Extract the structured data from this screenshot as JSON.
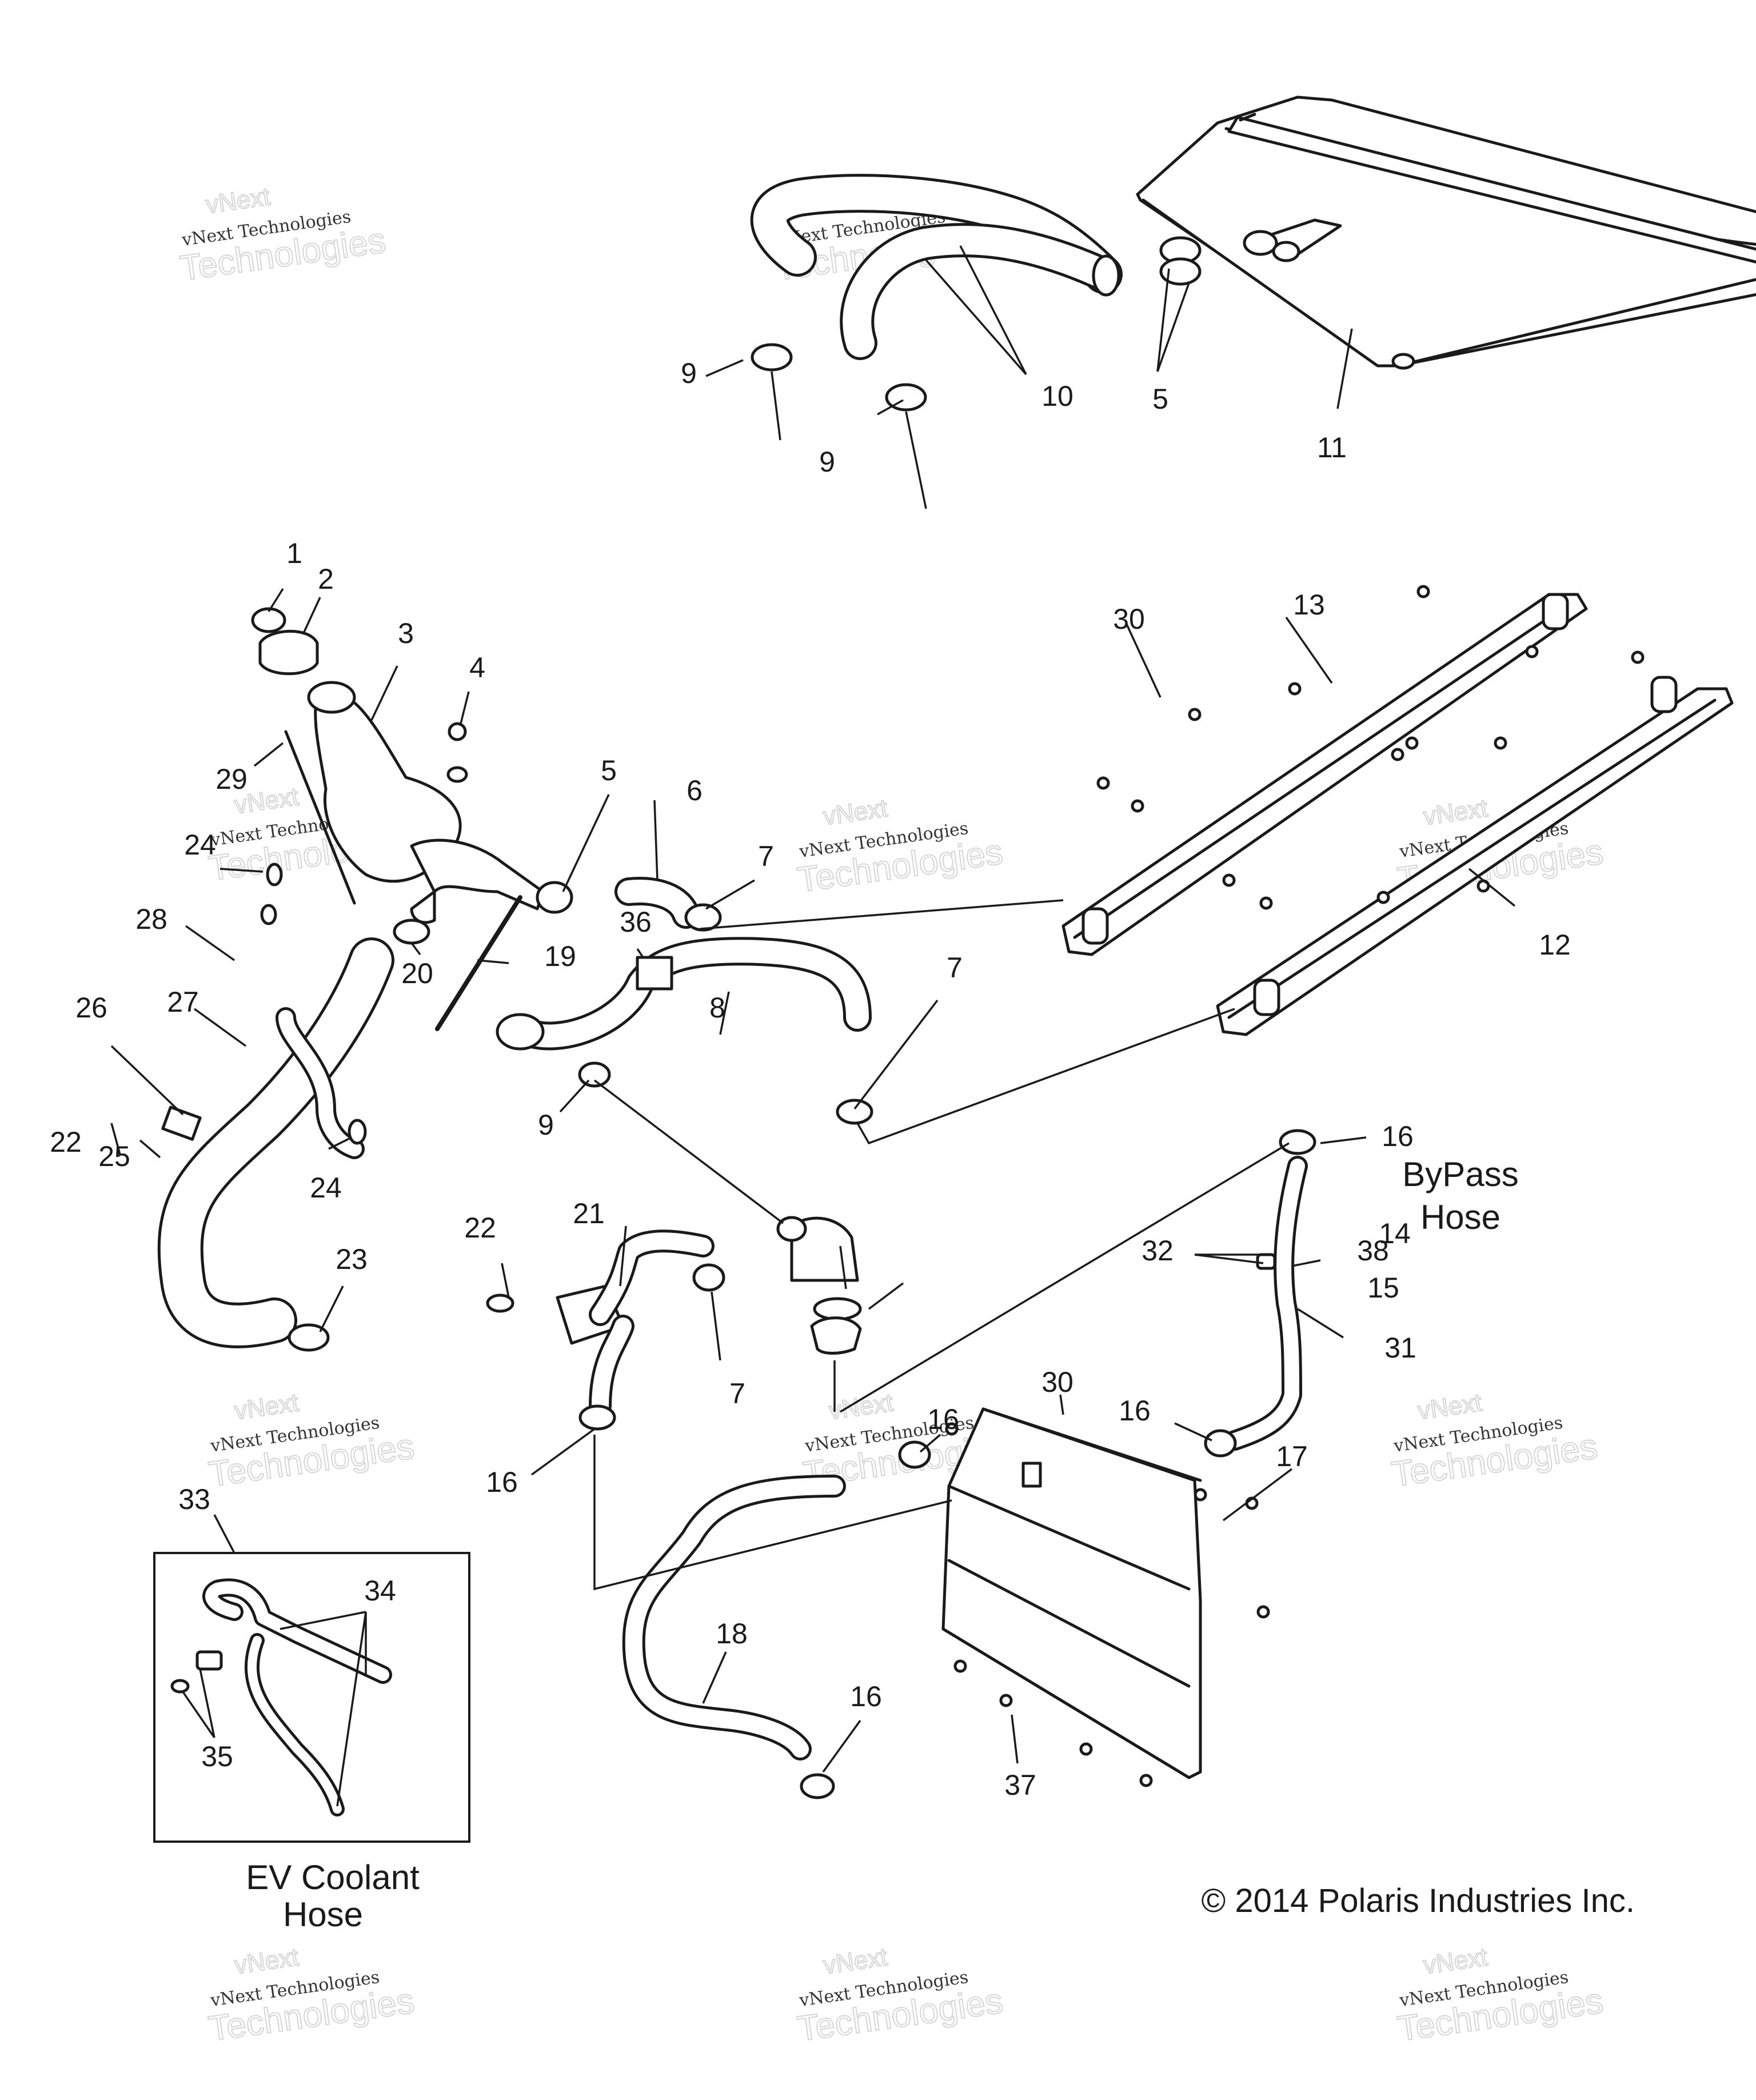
{
  "callouts": [
    {
      "n": "1"
    },
    {
      "n": "2"
    },
    {
      "n": "3"
    },
    {
      "n": "4"
    },
    {
      "n": "29"
    },
    {
      "n": "24"
    },
    {
      "n": "28"
    },
    {
      "n": "27"
    },
    {
      "n": "26"
    },
    {
      "n": "22"
    },
    {
      "n": "25"
    },
    {
      "n": "24"
    },
    {
      "n": "23"
    },
    {
      "n": "20"
    },
    {
      "n": "5"
    },
    {
      "n": "6"
    },
    {
      "n": "7"
    },
    {
      "n": "19"
    },
    {
      "n": "36"
    },
    {
      "n": "8"
    },
    {
      "n": "7"
    },
    {
      "n": "9"
    },
    {
      "n": "9"
    },
    {
      "n": "9"
    },
    {
      "n": "10"
    },
    {
      "n": "5"
    },
    {
      "n": "11"
    },
    {
      "n": "30"
    },
    {
      "n": "13"
    },
    {
      "n": "12"
    },
    {
      "n": "16"
    },
    {
      "n": "14"
    },
    {
      "n": "15"
    },
    {
      "n": "21"
    },
    {
      "n": "22"
    },
    {
      "n": "7"
    },
    {
      "n": "16"
    },
    {
      "n": "32"
    },
    {
      "n": "38"
    },
    {
      "n": "31"
    },
    {
      "n": "16"
    },
    {
      "n": "30"
    },
    {
      "n": "16"
    },
    {
      "n": "17"
    },
    {
      "n": "18"
    },
    {
      "n": "16"
    },
    {
      "n": "37"
    },
    {
      "n": "33"
    },
    {
      "n": "34"
    },
    {
      "n": "35"
    }
  ],
  "captions": {
    "bypass_line1": "ByPass",
    "bypass_line2": "Hose",
    "ev_line1": "EV Coolant",
    "ev_line2": "Hose"
  },
  "copyright": "© 2014 Polaris Industries Inc.",
  "watermark": {
    "line1": "vNext",
    "line2": "vNext Technologies",
    "line3": "Technologies"
  }
}
